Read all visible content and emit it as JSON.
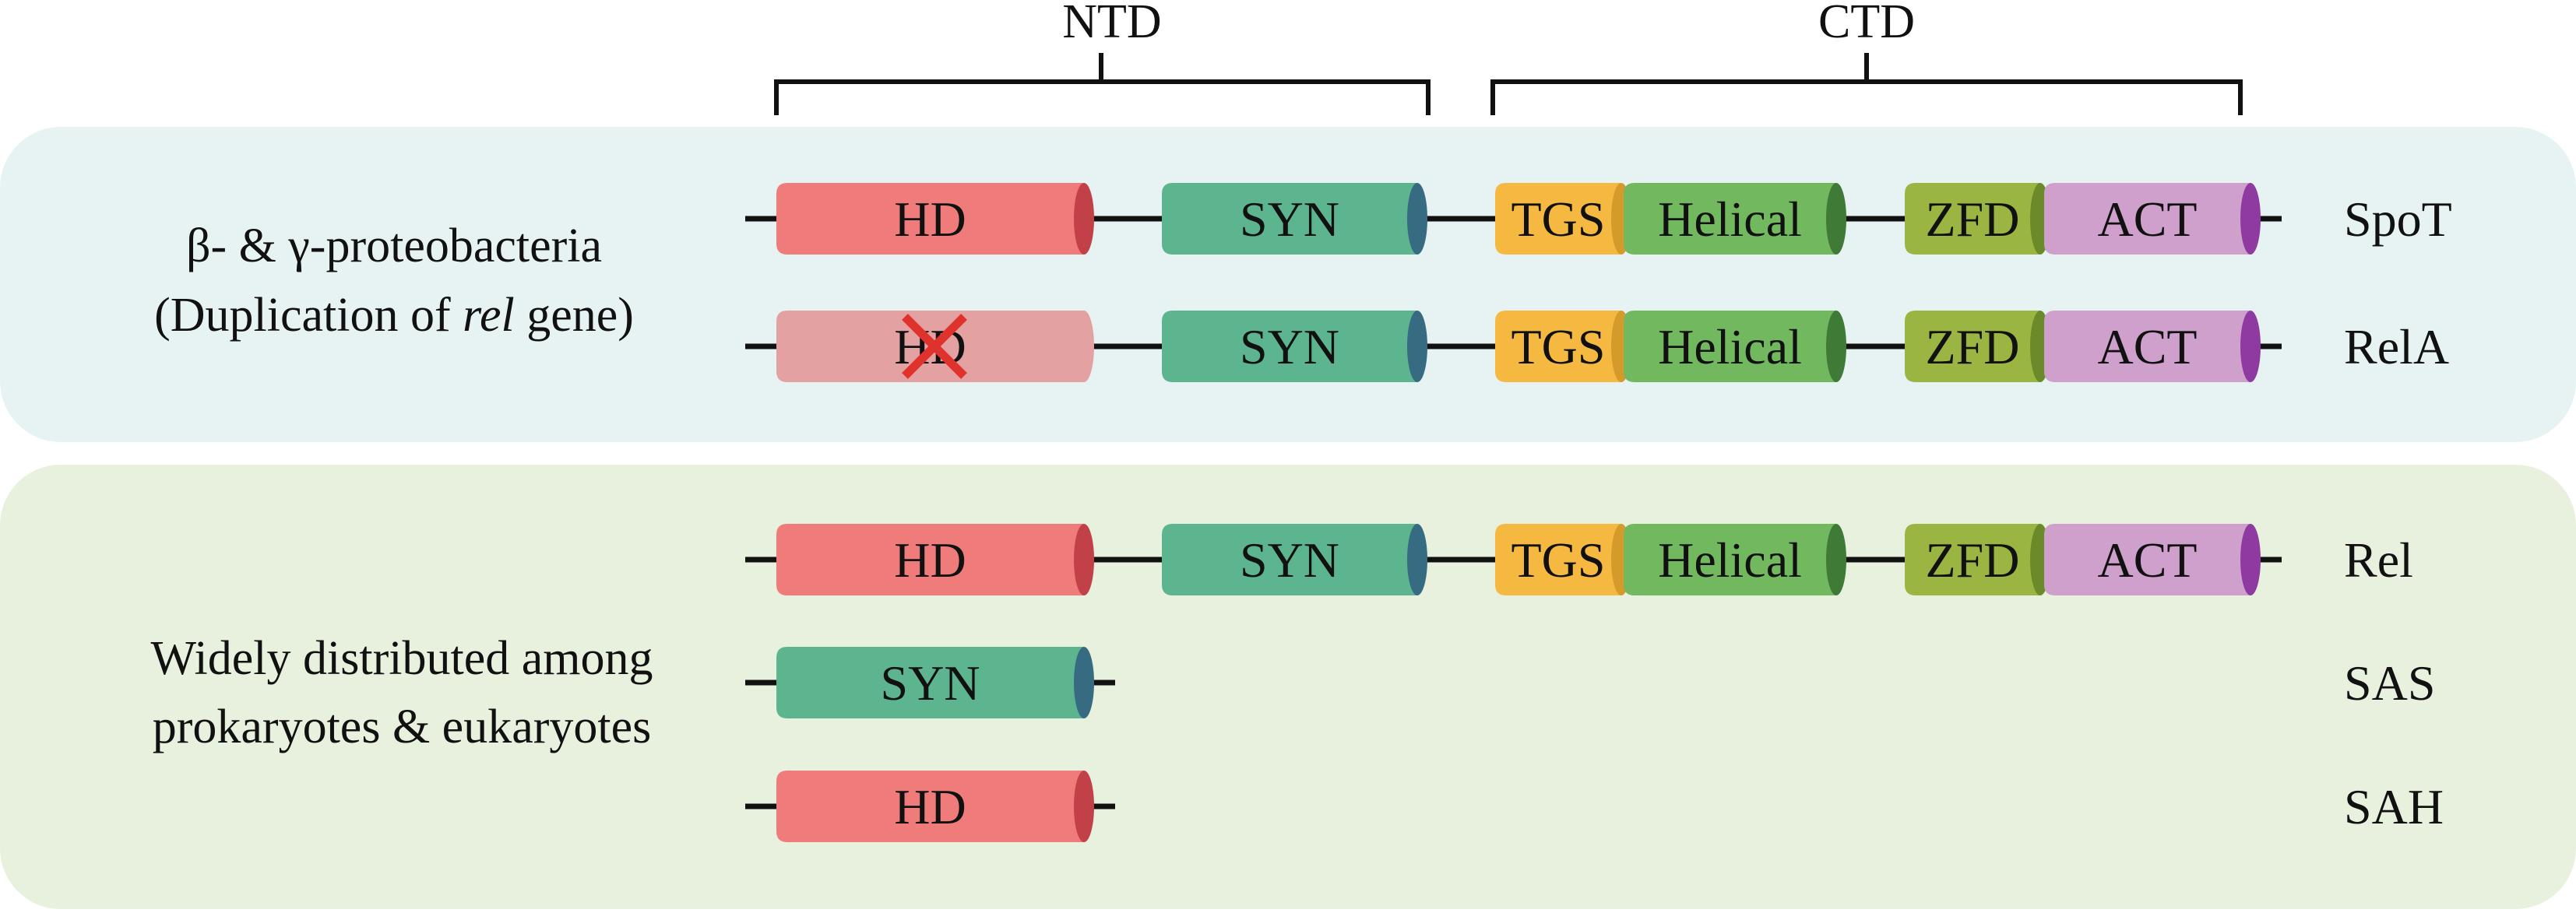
{
  "brackets": {
    "ntd": "NTD",
    "ctd": "CTD"
  },
  "groups": {
    "top": {
      "line1": "β- & γ-proteobacteria",
      "line2_a": "(Duplication of ",
      "line2_italic": "rel",
      "line2_b": " gene)",
      "fill": "#e7f3f3"
    },
    "bottom": {
      "line1": "Widely distributed among",
      "line2": "prokaryotes & eukaryotes",
      "fill": "#e8f1de"
    }
  },
  "proteins": [
    {
      "name": "SpoT",
      "domains": [
        "HD",
        "SYN",
        "TGS",
        "Helical",
        "ZFD",
        "ACT"
      ],
      "hd_inactive": false
    },
    {
      "name": "RelA",
      "domains": [
        "HD",
        "SYN",
        "TGS",
        "Helical",
        "ZFD",
        "ACT"
      ],
      "hd_inactive": true
    },
    {
      "name": "Rel",
      "domains": [
        "HD",
        "SYN",
        "TGS",
        "Helical",
        "ZFD",
        "ACT"
      ],
      "hd_inactive": false
    },
    {
      "name": "SAS",
      "domains": [
        "SYN"
      ],
      "hd_inactive": false
    },
    {
      "name": "SAH",
      "domains": [
        "HD"
      ],
      "hd_inactive": false
    }
  ],
  "domain_colors": {
    "HD": "#f07b7b",
    "HD_inactive": "#e4a1a1",
    "SYN": "#5db590",
    "TGS": "#f5b942",
    "Helical": "#72b85f",
    "ZFD": "#9ab542",
    "ACT": "#cfa0cc"
  },
  "cap_colors": {
    "HD": "#c24048",
    "SYN": "#376b82",
    "TGS": "#d49a2a",
    "Helical": "#3f7a37",
    "ZFD": "#6b8a2a",
    "ACT": "#8f3aa0"
  },
  "inactive_mark_color": "#e0322c"
}
